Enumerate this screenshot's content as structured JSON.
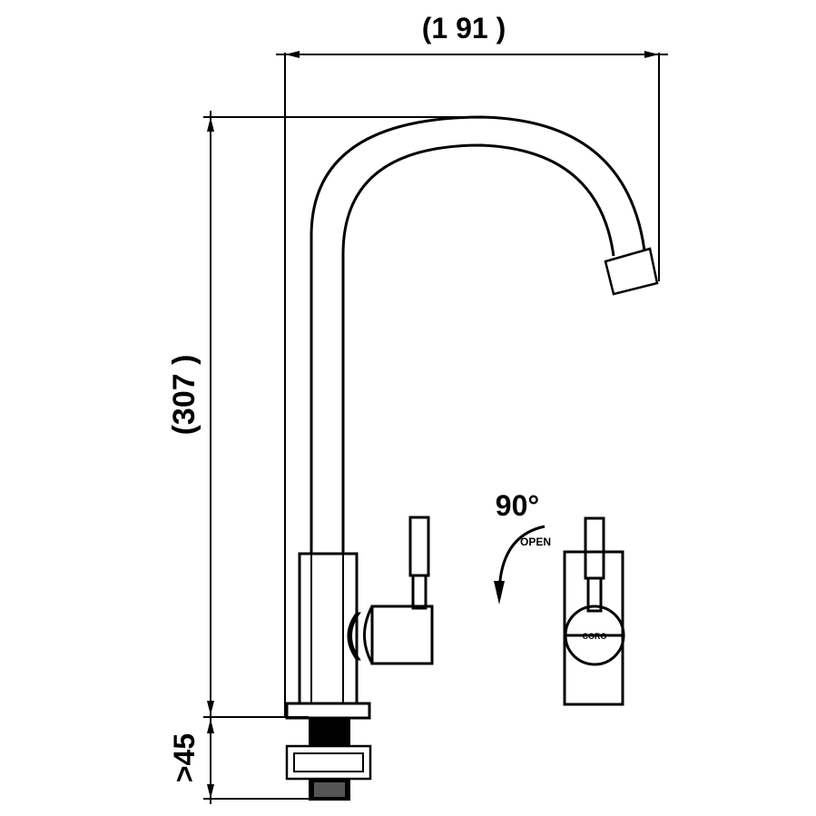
{
  "dimensions": {
    "width_label": "(1 91 )",
    "height_label": "(307 )",
    "base_label": ">45"
  },
  "handle_detail": {
    "angle_label": "90°",
    "open_label": "OPEN",
    "cartridge_label": "CORO"
  }
}
